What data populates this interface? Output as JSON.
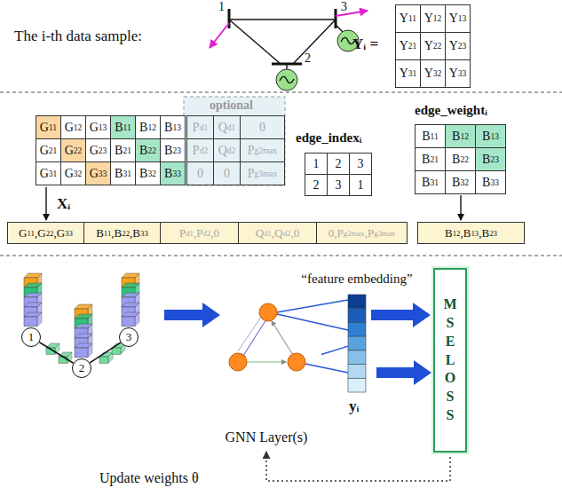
{
  "diagram": {
    "nodes": [
      {
        "text": [
          "1"
        ]
      },
      {
        "text": [
          "2"
        ]
      },
      {
        "text": [
          "3"
        ]
      },
      {
        "text": [
          "GNN Layer(s)"
        ]
      },
      {
        "text": [
          "“feature embedding”"
        ]
      },
      {
        "text": [
          "MSE LOSS"
        ]
      }
    ],
    "edges": [
      {
        "from": 0,
        "to": 1,
        "arrow": "none"
      },
      {
        "from": 1,
        "to": 2,
        "arrow": "none"
      },
      {
        "from": 3,
        "to": 4,
        "arrow": "none"
      },
      {
        "from": 4,
        "to": 5,
        "arrow": "to"
      },
      {
        "from": 5,
        "to": 3,
        "arrow": "to"
      }
    ],
    "labels": [
      "The i-th data sample:",
      "1",
      "3",
      "2",
      "Yᵢ =",
      "Y11",
      "Y12",
      "Y13",
      "Y21",
      "Y22",
      "Y23",
      "Y31",
      "Y32",
      "Y33",
      "optional",
      "G11",
      "G12",
      "G13",
      "B11",
      "B12",
      "B13",
      "Pd1",
      "Qd1",
      "0",
      "G21",
      "G22",
      "G23",
      "B21",
      "B22",
      "B23",
      "Pd2",
      "Qd2",
      "Pg2max",
      "G31",
      "G32",
      "G33",
      "B31",
      "B32",
      "B33",
      "0",
      "0",
      "Pg3max",
      "edge_indexᵢ",
      "1",
      "2",
      "3",
      "2",
      "3",
      "1",
      "edge_weightᵢ",
      "B11",
      "B12",
      "B13",
      "B21",
      "B22",
      "B23",
      "B31",
      "B32",
      "B33",
      "Xᵢ",
      "G11,G22,G33",
      "B11,B22,B33",
      "Pd1,Pd2,0",
      "Qd1,Qd2,0",
      "0,Pg2max,Pg3max",
      "B12,B13,B23",
      "yᵢ",
      "Update weights θ"
    ]
  }
}
